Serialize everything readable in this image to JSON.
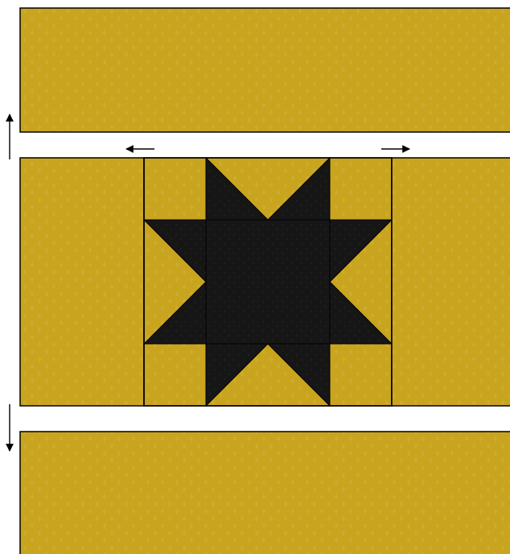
{
  "diagram": {
    "type": "quilt-block-assembly",
    "background_color": "#ffffff",
    "fabric": {
      "gold_color": "#c9a41e",
      "gold_dot_color": "#8a6a10",
      "gold_dot_light": "#e3c85a",
      "dark_color": "#161616",
      "dark_dot_color": "#2e2e2e",
      "seam_color": "#000000"
    },
    "pieces": {
      "top_strip": {
        "fabric": "gold"
      },
      "left_rect": {
        "fabric": "gold"
      },
      "star_block": {
        "star_fabric": "dark",
        "background_fabric": "gold"
      },
      "right_rect": {
        "fabric": "gold"
      },
      "bottom_strip": {
        "fabric": "gold"
      }
    },
    "pressing_arrows": [
      {
        "name": "arrow-up-left",
        "direction": "up"
      },
      {
        "name": "arrow-left",
        "direction": "left"
      },
      {
        "name": "arrow-right",
        "direction": "right"
      },
      {
        "name": "arrow-down-left",
        "direction": "down"
      }
    ]
  }
}
